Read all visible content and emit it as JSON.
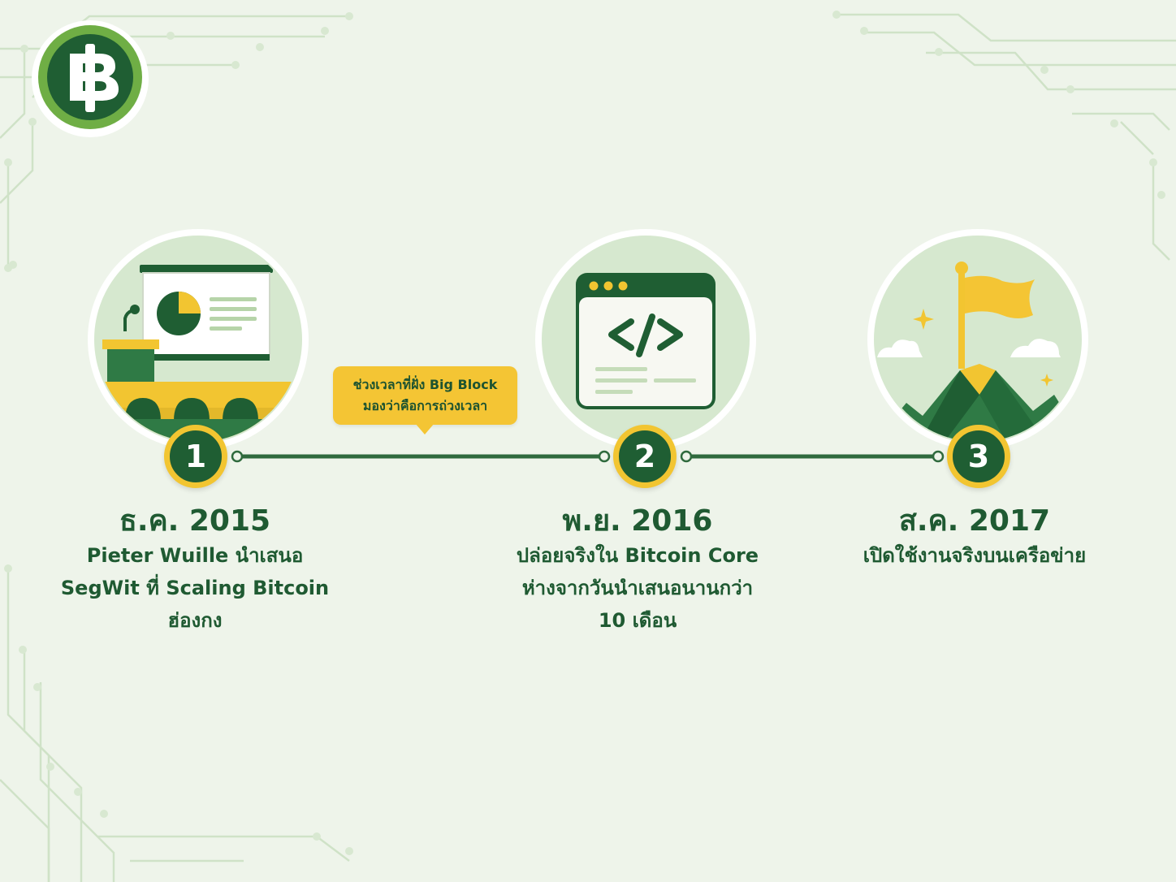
{
  "logo": {
    "icon": "thai-baht-coin-icon",
    "colors": {
      "ring": "#6fae45",
      "fill": "#1f5e33",
      "glyph": "#ffffff"
    }
  },
  "colors": {
    "background": "#eef4ea",
    "primary_green": "#1f5e33",
    "accent_yellow": "#f2c531",
    "text_green": "#1f5a32"
  },
  "callout": {
    "line1": "ช่วงเวลาที่ฝั่ง Big Block",
    "line2": "มองว่าคือการถ่วงเวลา"
  },
  "events": [
    {
      "number": "1",
      "date": "ธ.ค. 2015",
      "desc": [
        "Pieter Wuille นำเสนอ",
        "SegWit ที่ Scaling Bitcoin",
        "ฮ่องกง"
      ],
      "icon": "conference-presentation-icon"
    },
    {
      "number": "2",
      "date": "พ.ย. 2016",
      "desc": [
        "ปล่อยจริงใน Bitcoin Core",
        "ห่างจากวันนำเสนอนานกว่า",
        "10 เดือน"
      ],
      "icon": "code-window-icon"
    },
    {
      "number": "3",
      "date": "ส.ค. 2017",
      "desc": [
        "เปิดใช้งานจริงบนเครือข่าย"
      ],
      "icon": "mountain-flag-icon"
    }
  ]
}
